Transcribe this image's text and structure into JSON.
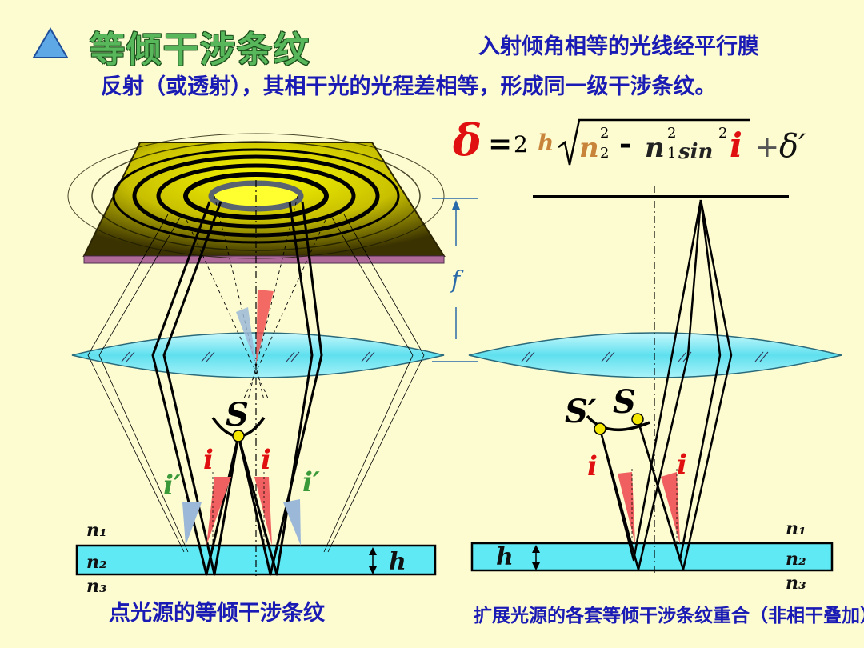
{
  "slide": {
    "title": "等倾干涉条纹",
    "description_line1": "入射倾角相等的光线经平行膜",
    "description_line2": "反射（或透射），其相干光的光程差相等，形成同一级干涉条纹。"
  },
  "formula": {
    "delta": "δ",
    "equals": "=",
    "coef": "2",
    "h": "h",
    "n": "n",
    "sub2": "2",
    "sup2": "2",
    "minus": "-",
    "sub1": "1",
    "sin": "sin",
    "i": "i",
    "plus": "+",
    "delta_prime": "δ′"
  },
  "left_diagram": {
    "source_label": "S",
    "angle_i": "i",
    "angle_i_prime": "i′",
    "n1": "n₁",
    "n2": "n₂",
    "n3": "n₃",
    "thickness": "h",
    "caption": "点光源的等倾干涉条纹"
  },
  "focal_label": "f",
  "right_diagram": {
    "source_label": "S",
    "source_prime_label": "S′",
    "angle_i": "i",
    "n1": "n₁",
    "n2": "n₂",
    "n3": "n₃",
    "thickness": "h",
    "caption": "扩展光源的各套等倾干涉条纹重合（非相干叠加）"
  },
  "colors": {
    "background": "#fdfbd0",
    "title_green": "#58b75a",
    "text_blue": "#1a1ab4",
    "delta_red": "#e01010",
    "film_cyan": "#5fe9f5",
    "lens_cyan": "#8ceef5",
    "screen_yellow": "#f2f20a",
    "angle_red": "#f04040",
    "angle_blue": "#9bb8d8"
  }
}
